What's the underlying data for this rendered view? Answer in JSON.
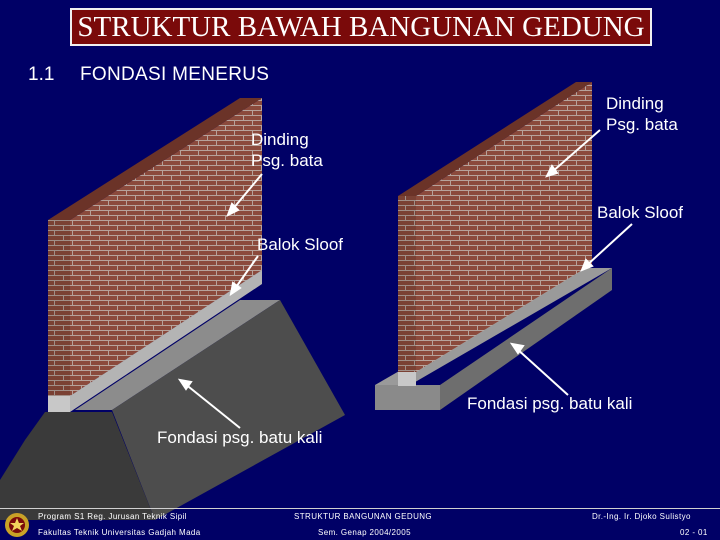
{
  "header": {
    "title": "STRUKTUR BAWAH BANGUNAN GEDUNG"
  },
  "section": {
    "number": "1.1",
    "title": "FONDASI MENERUS"
  },
  "labels": {
    "left_wall": [
      "Dinding",
      "Psg. bata"
    ],
    "right_wall": [
      "Dinding",
      "Psg. bata"
    ],
    "left_sloof": "Balok Sloof",
    "right_sloof": "Balok Sloof",
    "left_foundation": "Fondasi psg. batu kali",
    "right_foundation": "Fondasi psg. batu kali"
  },
  "footer": {
    "left_line1": "Program S1 Reg. Jurusan Teknik Sipil",
    "left_line2": "Fakultas Teknik  Universitas Gadjah Mada",
    "center_line1": "STRUKTUR BANGUNAN GEDUNG",
    "center_line2": "Sem. Genap 2004/2005",
    "right_line1": "Dr.-Ing. Ir. Djoko Sulistyo",
    "right_line2": "02  -  01"
  },
  "colors": {
    "background": "#000066",
    "title_box": "#7a0a0a",
    "brick": "#8b4a3c",
    "mortar": "#a8a8a8",
    "sloof": "#c8c8c8",
    "foundation": "#5a5a5a"
  }
}
